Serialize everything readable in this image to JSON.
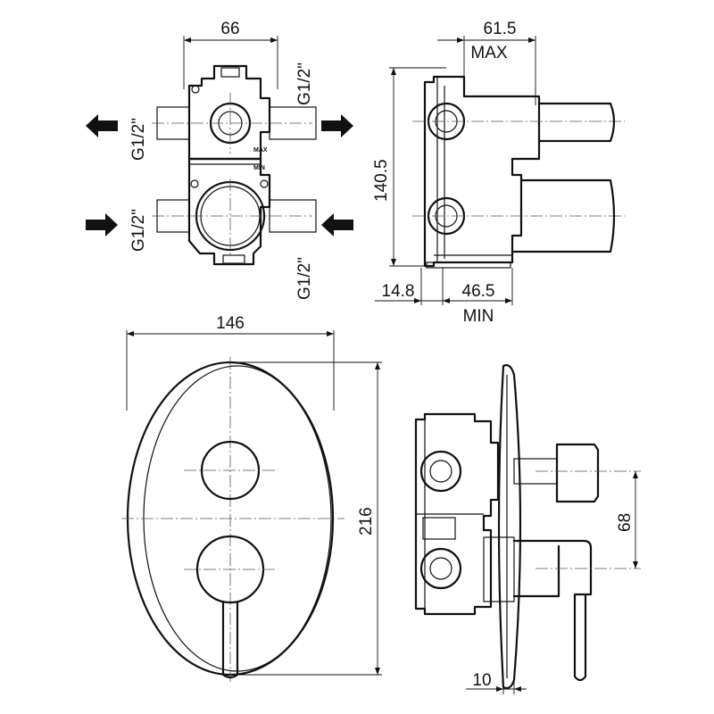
{
  "front_view": {
    "width_dim": "66",
    "thread_top_right": "G1/2\"",
    "thread_left_top": "G1/2\"",
    "thread_left_bottom": "G1/2\"",
    "thread_right_bottom": "G1/2\"",
    "max_mark": "MAX",
    "min_mark": "MIN"
  },
  "side_view": {
    "depth_max_dim": "61.5",
    "max_label": "MAX",
    "height_dim": "140.5",
    "offset_dim": "14.8",
    "depth_min_dim": "46.5",
    "min_label": "MIN"
  },
  "plate_view": {
    "width_dim": "146",
    "height_dim": "216"
  },
  "assembly_view": {
    "spacing_dim": "68",
    "plate_dim": "10"
  }
}
